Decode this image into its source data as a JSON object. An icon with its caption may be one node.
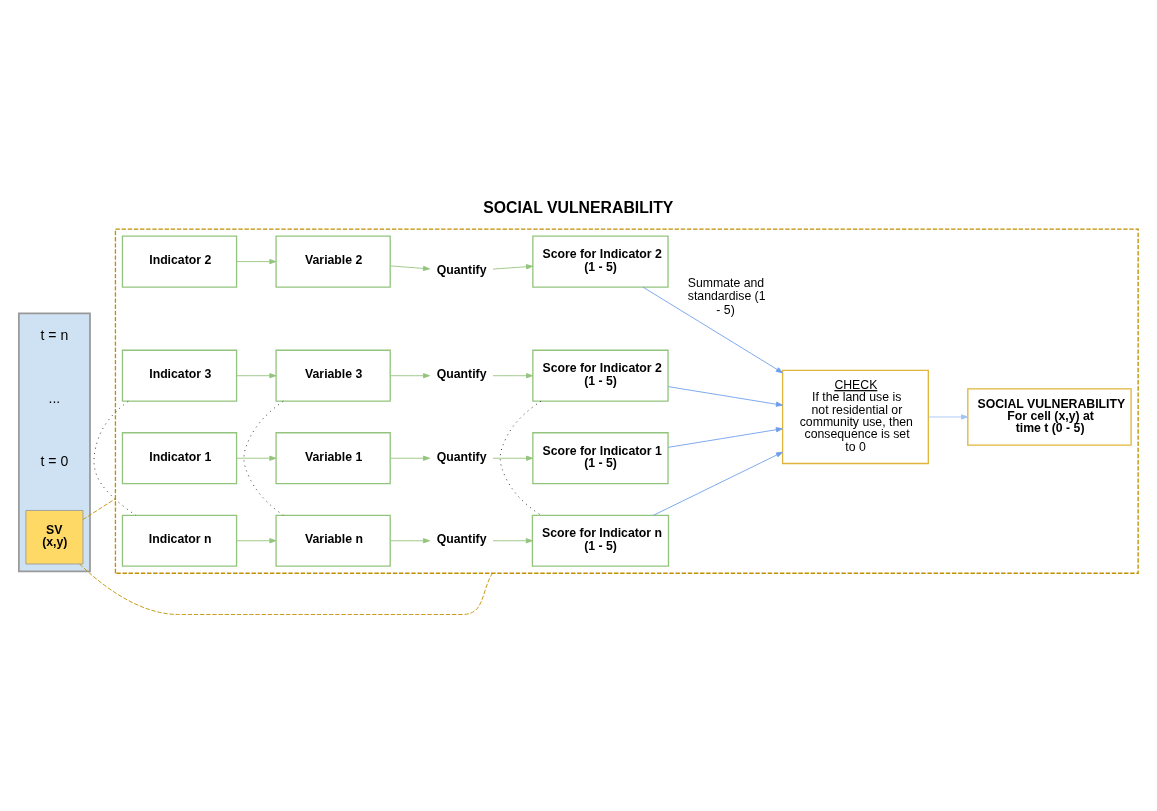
{
  "diagram": {
    "title": "SOCIAL VULNERABILITY",
    "nodes": [
      {
        "text": [],
        "shape": "picture",
        "beside": [
          "t = n",
          "...",
          "t = 0"
        ]
      },
      {
        "text": [
          "SV (x,y)"
        ],
        "in": 0
      },
      {
        "text": [],
        "shape": "box"
      },
      {
        "text": [
          "Indicator 1"
        ],
        "in": 2
      },
      {
        "text": [
          "Variable 1"
        ],
        "in": 2
      },
      {
        "text": [
          "Quantify"
        ],
        "in": 2
      },
      {
        "text": [
          "Score for Indicator 1 (1 - 5)"
        ],
        "in": 2
      },
      {
        "text": [
          "Indicator 2"
        ],
        "in": 2
      },
      {
        "text": [
          "Variable 2"
        ],
        "in": 2
      },
      {
        "text": [
          "Quantify"
        ],
        "in": 2
      },
      {
        "text": [
          "Score for Indicator 2 (1 - 5)"
        ],
        "in": 2
      },
      {
        "text": [
          "Indicator 3"
        ],
        "in": 2
      },
      {
        "text": [
          "Variable 3"
        ],
        "in": 2
      },
      {
        "text": [
          "Quantify"
        ],
        "in": 2
      },
      {
        "text": [
          "Score for Indicator 2 (1 - 5)"
        ],
        "in": 2
      },
      {
        "text": [
          "Indicator n"
        ],
        "in": 2
      },
      {
        "text": [
          "Variable n"
        ],
        "in": 2
      },
      {
        "text": [
          "Quantify"
        ],
        "in": 2
      },
      {
        "text": [
          "Score for Indicator n (1 - 5)"
        ],
        "in": 2
      },
      {
        "text": [
          "CHECK",
          "If the land use is not residential or community use, then consequence is set to 0"
        ],
        "in": 2
      },
      {
        "text": [
          "SOCIAL VULNERABILITY For cell (x,y) at time t (0 - 5)"
        ],
        "in": 2
      }
    ],
    "edges": [
      {
        "from": 1,
        "to": 2,
        "arrow": "none",
        "style": "dashed",
        "color": "#bf9000"
      },
      {
        "from": 1,
        "to": 2,
        "arrow": "none",
        "style": "dashed",
        "color": "#bf9000"
      },
      {
        "from": 3,
        "to": 4,
        "arrow": "to"
      },
      {
        "from": 4,
        "to": 5,
        "arrow": "to"
      },
      {
        "from": 5,
        "to": 6,
        "arrow": "to"
      },
      {
        "from": 7,
        "to": 8,
        "arrow": "to"
      },
      {
        "from": 8,
        "to": 9,
        "arrow": "to"
      },
      {
        "from": 9,
        "to": 10,
        "arrow": "to"
      },
      {
        "from": 11,
        "to": 12,
        "arrow": "to"
      },
      {
        "from": 12,
        "to": 13,
        "arrow": "to"
      },
      {
        "from": 13,
        "to": 14,
        "arrow": "to"
      },
      {
        "from": 15,
        "to": 16,
        "arrow": "to"
      },
      {
        "from": 16,
        "to": 17,
        "arrow": "to"
      },
      {
        "from": 17,
        "to": 18,
        "arrow": "to"
      },
      {
        "from": 11,
        "to": 15,
        "arrow": "none",
        "style": "dashed",
        "color": "#000000"
      },
      {
        "from": 12,
        "to": 16,
        "arrow": "none",
        "style": "dashed",
        "color": "#000000"
      },
      {
        "from": 14,
        "to": 18,
        "arrow": "none",
        "style": "dashed",
        "color": "#000000"
      },
      {
        "from": 6,
        "to": 19,
        "arrow": "to",
        "color": "#6d9eeb"
      },
      {
        "from": 10,
        "to": 19,
        "arrow": "to",
        "label": "Summate and standardise (1 - 5)",
        "color": "#6d9eeb"
      },
      {
        "from": 14,
        "to": 19,
        "arrow": "to",
        "color": "#6d9eeb"
      },
      {
        "from": 18,
        "to": 19,
        "arrow": "to",
        "color": "#6d9eeb"
      },
      {
        "from": 19,
        "to": 20,
        "arrow": "to",
        "color": "#a4c2f4"
      }
    ]
  }
}
